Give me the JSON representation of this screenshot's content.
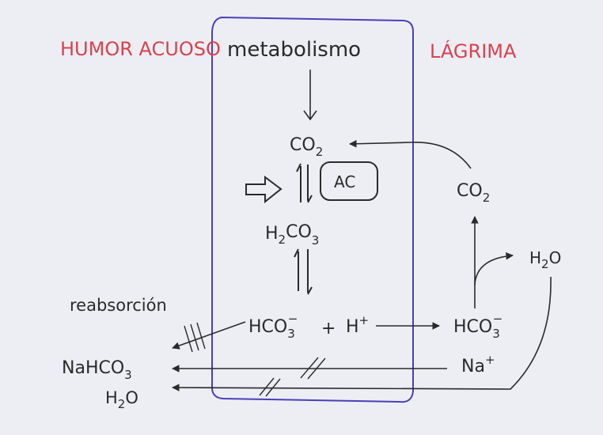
{
  "regions": {
    "left": "HUMOR ACUOSO",
    "right": "LÁGRIMA"
  },
  "cell": {
    "source": "metabolismo",
    "co2": {
      "base": "CO",
      "sub": "2"
    },
    "enzyme": "AC",
    "h2co3": {
      "a": "H",
      "sub1": "2",
      "b": "CO",
      "sub2": "3"
    },
    "hco3": {
      "base": "HCO",
      "sub": "3",
      "sup": "−"
    },
    "plus": "+",
    "h": {
      "base": "H",
      "sup": "+"
    }
  },
  "tear": {
    "co2": {
      "base": "CO",
      "sub": "2"
    },
    "h2o": {
      "a": "H",
      "sub": "2",
      "b": "O"
    },
    "hco3": {
      "base": "HCO",
      "sub": "3",
      "sup": "−"
    },
    "na": {
      "base": "Na",
      "sup": "+"
    }
  },
  "humor": {
    "label": "reabsorción",
    "nahco3": {
      "base": "NaHCO",
      "sub": "3"
    },
    "h2o": {
      "a": "H",
      "sub": "2",
      "b": "O"
    }
  },
  "colors": {
    "ink": "#2a2a2a",
    "red": "#d8434e",
    "box": "#4a3fb8",
    "paper": "#eceef4"
  }
}
